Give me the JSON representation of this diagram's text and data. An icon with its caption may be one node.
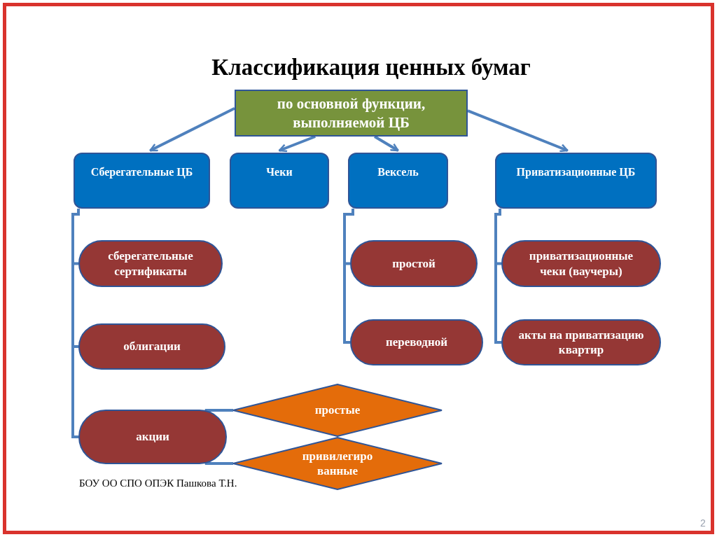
{
  "diagram": {
    "title": "Классификация ценных бумаг",
    "nodes": [
      {
        "text": [
          "по основной функции, выполняемой ЦБ"
        ]
      },
      {
        "text": [
          "Сберегательные ЦБ"
        ]
      },
      {
        "text": [
          "Чеки"
        ]
      },
      {
        "text": [
          "Вексель"
        ]
      },
      {
        "text": [
          "Приватизационные ЦБ"
        ]
      },
      {
        "text": [
          "сберегательные сертификаты"
        ]
      },
      {
        "text": [
          "облигации"
        ]
      },
      {
        "text": [
          "акции"
        ]
      },
      {
        "text": [
          "простой"
        ]
      },
      {
        "text": [
          "переводной"
        ]
      },
      {
        "text": [
          "приватизационные чеки (ваучеры)"
        ]
      },
      {
        "text": [
          "акты на приватизацию квартир"
        ]
      },
      {
        "text": [
          "простые"
        ]
      },
      {
        "text": [
          "привилегиро ванные"
        ]
      }
    ],
    "edges": [
      {
        "from": 0,
        "to": 1,
        "arrow": "to"
      },
      {
        "from": 0,
        "to": 2,
        "arrow": "to"
      },
      {
        "from": 0,
        "to": 3,
        "arrow": "to"
      },
      {
        "from": 0,
        "to": 4,
        "arrow": "to"
      },
      {
        "from": 1,
        "to": 5,
        "arrow": "none"
      },
      {
        "from": 1,
        "to": 6,
        "arrow": "none"
      },
      {
        "from": 1,
        "to": 7,
        "arrow": "none"
      },
      {
        "from": 3,
        "to": 8,
        "arrow": "none"
      },
      {
        "from": 3,
        "to": 9,
        "arrow": "none"
      },
      {
        "from": 4,
        "to": 10,
        "arrow": "none"
      },
      {
        "from": 4,
        "to": 11,
        "arrow": "none"
      },
      {
        "from": 7,
        "to": 12,
        "arrow": "none"
      },
      {
        "from": 7,
        "to": 13,
        "arrow": "none"
      }
    ],
    "labels": [
      "БОУ ОО СПО ОПЭК Пашкова Т.Н.",
      "2"
    ]
  }
}
